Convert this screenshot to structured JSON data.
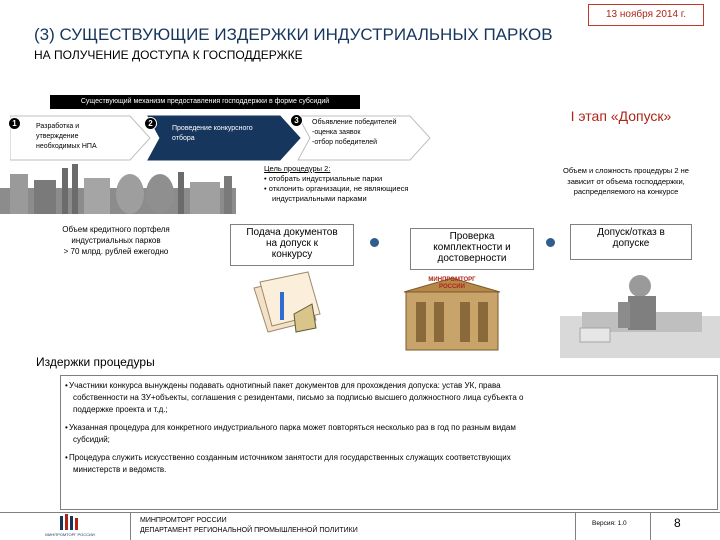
{
  "header": {
    "date": "13 ноября 2014 г.",
    "title": "(3) СУЩЕСТВУЮЩИЕ ИЗДЕРЖКИ ИНДУСТРИАЛЬНЫХ ПАРКОВ",
    "subtitle": "НА ПОЛУЧЕНИЕ ДОСТУПА К ГОСПОДДЕРЖКЕ"
  },
  "process": {
    "mechanism_label": "Существующий механизм предоставления господдержки в форме субсидий",
    "steps": [
      {
        "number": "1",
        "lines": [
          "Разработка и",
          "утверждение",
          "необходимых НПА"
        ]
      },
      {
        "number": "2",
        "lines": [
          "Проведение конкурсного",
          "отбора"
        ]
      },
      {
        "number": "3",
        "lines": [
          "Объявление победителей",
          "-оценка заявок",
          "-отбор победителей"
        ]
      }
    ],
    "stage_label": "I этап «Допуск»"
  },
  "goal": {
    "heading": "Цель процедуры 2:",
    "items": [
      "отобрать индустриальные парки",
      "отклонить организации, не являющиеся",
      "индустриальными парками"
    ]
  },
  "complexity_note": [
    "Объем и сложность процедуры 2 не",
    "зависит от объема господдержки,",
    "распределяемого на конкурсе"
  ],
  "portfolio_note": [
    "Объем кредитного портфеля",
    "индустриальных парков",
    "> 70 млрд. рублей ежегодно"
  ],
  "flow": {
    "submit": [
      "Подача документов",
      "на допуск к",
      "конкурсу"
    ],
    "check": [
      "Проверка",
      "комплектности и",
      "достоверности"
    ],
    "decision": [
      "Допуск/отказ в",
      "допуске"
    ]
  },
  "building_sign": [
    "МИНПРОМТОРГ",
    "РОССИИ"
  ],
  "costs": {
    "title": "Издержки процедуры",
    "items": [
      [
        "Участники конкурса вынуждены подавать однотипный пакет документов для прохождения допуска: устав УК, права",
        "собственности на ЗУ+объекты, соглашения с резидентами, письмо за подписью высшего должностного лица субъекта о",
        "поддержке проекта  и т.д.;"
      ],
      [
        "Указанная процедура для конкретного индустриального парка может повторяться несколько раз в год по разным видам",
        "субсидий;"
      ],
      [
        "Процедура служить искусственно созданным источником занятости для государственных служащих соответствующих",
        "министерств и ведомств."
      ]
    ]
  },
  "footer": {
    "org_line1": "МИНПРОМТОРГ РОССИИ",
    "org_line2": "ДЕПАРТАМЕНТ РЕГИОНАЛЬНОЙ ПРОМЫШЛЕННОЙ ПОЛИТИКИ",
    "version": "Версия: 1.0",
    "page": "8",
    "logo_text": "МИНПРОМТОРГ РОССИИ"
  },
  "colors": {
    "title": "#17365d",
    "accent_red": "#b02418",
    "dot_blue": "#2e5e8c"
  }
}
